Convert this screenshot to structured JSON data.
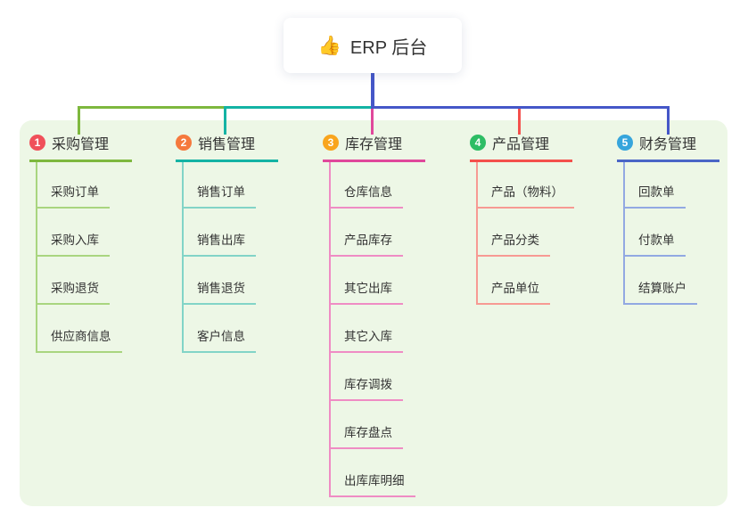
{
  "root": {
    "icon_name": "thumbs-up",
    "icon_glyph": "👍",
    "title": "ERP 后台"
  },
  "palette": {
    "page_background": "#ffffff",
    "panel_background": "#edf7e6",
    "trunk_color": "#4557c8",
    "text_color": "#333333"
  },
  "branches": [
    {
      "num": "1",
      "label": "采购管理",
      "badge_color": "#f0505a",
      "line_color": "#7eb83e",
      "child_color": "#a9d57f",
      "children": [
        "采购订单",
        "采购入库",
        "采购退货",
        "供应商信息"
      ]
    },
    {
      "num": "2",
      "label": "销售管理",
      "badge_color": "#f5793d",
      "line_color": "#14b3a4",
      "child_color": "#82d4c7",
      "children": [
        "销售订单",
        "销售出库",
        "销售退货",
        "客户信息"
      ]
    },
    {
      "num": "3",
      "label": "库存管理",
      "badge_color": "#f9a51d",
      "line_color": "#e0489b",
      "child_color": "#ef8cc4",
      "children": [
        "仓库信息",
        "产品库存",
        "其它出库",
        "其它入库",
        "库存调拨",
        "库存盘点",
        "出库库明细"
      ]
    },
    {
      "num": "4",
      "label": "产品管理",
      "badge_color": "#2dbd64",
      "line_color": "#f4504c",
      "child_color": "#f79a93",
      "children": [
        "产品（物料）",
        "产品分类",
        "产品单位"
      ]
    },
    {
      "num": "5",
      "label": "财务管理",
      "badge_color": "#36a5dc",
      "line_color": "#4a66c6",
      "child_color": "#92a9e2",
      "children": [
        "回款单",
        "付款单",
        "结算账户"
      ]
    }
  ]
}
